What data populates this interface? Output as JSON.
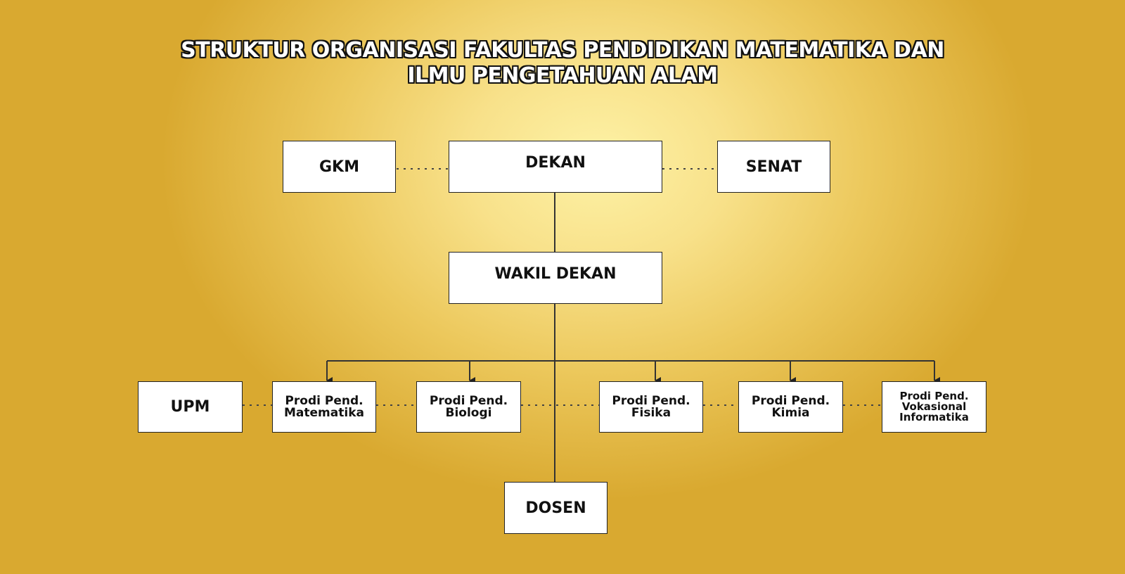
{
  "title": {
    "line1": "STRUKTUR ORGANISASI FAKULTAS PENDIDIKAN MATEMATIKA DAN",
    "line2": "ILMU PENGETAHUAN ALAM"
  },
  "nodes": {
    "gkm": "GKM",
    "dekan": "DEKAN",
    "senat": "SENAT",
    "wakil_dekan": "WAKIL DEKAN",
    "upm": "UPM",
    "dosen": "DOSEN",
    "prodi": [
      {
        "line1": "Prodi Pend.",
        "line2": "Matematika"
      },
      {
        "line1": "Prodi Pend.",
        "line2": "Biologi"
      },
      {
        "line1": "Prodi Pend.",
        "line2": "Fisika"
      },
      {
        "line1": "Prodi Pend.",
        "line2": "Kimia"
      },
      {
        "line1": "Prodi Pend.",
        "line2": "Vokasional",
        "line3": "Informatika"
      }
    ]
  },
  "colors": {
    "line": "#333333",
    "box_fill": "#ffffff"
  }
}
